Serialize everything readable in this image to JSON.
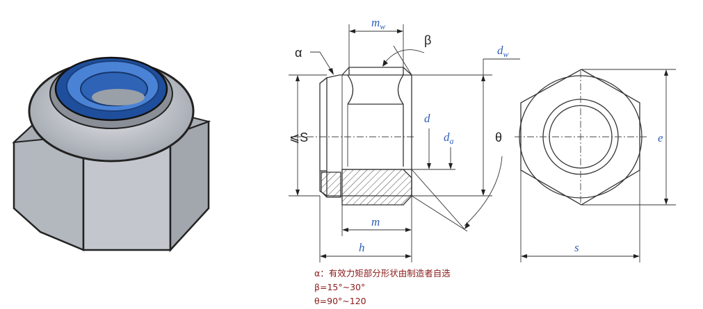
{
  "labels": {
    "mw": "m",
    "mw_sub": "w",
    "alpha": "α",
    "beta": "β",
    "dw": "d",
    "dw_sub": "w",
    "s_vertical": "⩽S",
    "d": "d",
    "da": "d",
    "da_sub": "a",
    "theta": "θ",
    "m": "m",
    "h": "h",
    "e": "e",
    "s": "s"
  },
  "notes": [
    "α：有效力矩部分形状由制造者自选",
    "β=15°~30°",
    "θ=90°~120"
  ],
  "colors": {
    "nut_face": "#b9bdc4",
    "nut_side": "#a7abb2",
    "insert_blue": "#3f74c4",
    "label_blue": "#2f5fb5",
    "note_red": "#8b1a1a"
  }
}
